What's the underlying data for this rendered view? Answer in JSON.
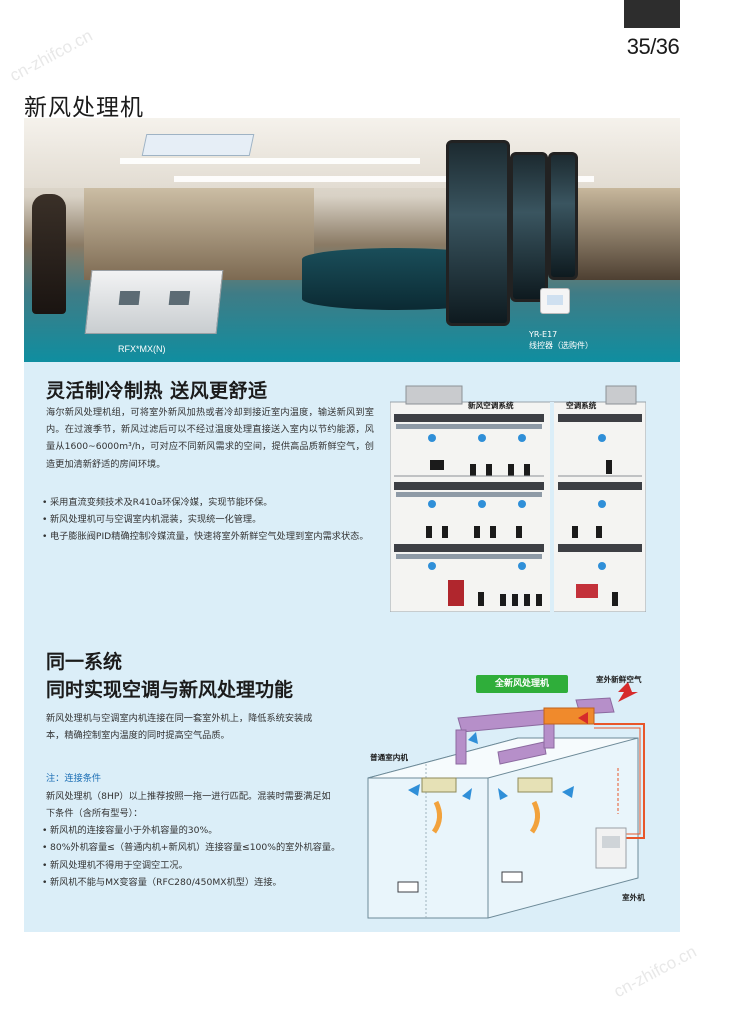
{
  "header": {
    "page_number": "35/36",
    "watermark": "cn-zhifco.cn"
  },
  "main_title": "新风处理机",
  "hero": {
    "unit_label": "RFX*MX(N)",
    "controller_label_1": "YR-E17",
    "controller_label_2": "线控器（选购件）"
  },
  "section1": {
    "title": "灵活制冷制热  送风更舒适",
    "body": "海尔新风处理机组，可将室外新风加热或者冷却到接近室内温度，输送新风到室内。在过渡季节，新风过滤后可以不经过温度处理直接送入室内以节约能源，风量从1600~6000m³/h，可对应不同新风需求的空间，提供高品质新鲜空气，创造更加清新舒适的房间环境。",
    "bullets": [
      "采用直流变频技术及R410a环保冷媒，实现节能环保。",
      "新风处理机可与空调室内机混装，实现统一化管理。",
      "电子膨胀阀PID精确控制冷媒流量，快速将室外新鲜空气处理到室内需求状态。"
    ],
    "diagram": {
      "label_left": "新风空调系统",
      "label_right": "空调系统"
    }
  },
  "section2": {
    "title_line1": "同一系统",
    "title_line2": "同时实现空调与新风处理功能",
    "body": "新风处理机与空调室内机连接在同一套室外机上，降低系统安装成本，精确控制室内温度的同时提高空气品质。",
    "note_head": "注：连接条件",
    "note_body": "新风处理机（8HP）以上推荐按照一拖一进行匹配。混装时需要满足如下条件（含所有型号）：",
    "bullets": [
      "新风机的连接容量小于外机容量的30%。",
      "80%外机容量≤（普通内机+新风机）连接容量≤100%的室外机容量。",
      "新风处理机不得用于空调空工况。",
      "新风机不能与MX变容量（RFC280/450MX机型）连接。"
    ],
    "diagram": {
      "fresh_unit": "全新风处理机",
      "outdoor_air": "室外新鲜空气",
      "indoor_unit": "普通室内机",
      "outdoor_unit": "室外机"
    }
  },
  "colors": {
    "panel_bg": "#dbeef8",
    "accent_green": "#2fae3a",
    "note_blue": "#1d6fb5",
    "duct_purple": "#b68fc9",
    "pipe_orange": "#e8562a"
  }
}
